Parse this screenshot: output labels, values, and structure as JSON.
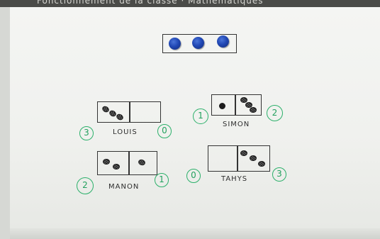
{
  "top_banner": {
    "text": "Fonctionnement de la classe · Mathématiques"
  },
  "players": [
    {
      "name": "LOUIS",
      "left_score": "3",
      "right_score": "0"
    },
    {
      "name": "SIMON",
      "left_score": "1",
      "right_score": "2"
    },
    {
      "name": "MANON",
      "left_score": "2",
      "right_score": "1"
    },
    {
      "name": "TAHYS",
      "left_score": "0",
      "right_score": "3"
    }
  ],
  "colors": {
    "marker_green": "#2bb06a",
    "marker_black": "#333333",
    "magnet_blue": "#2148b5"
  },
  "icons": [
    "blue-magnet",
    "domino-dot"
  ]
}
